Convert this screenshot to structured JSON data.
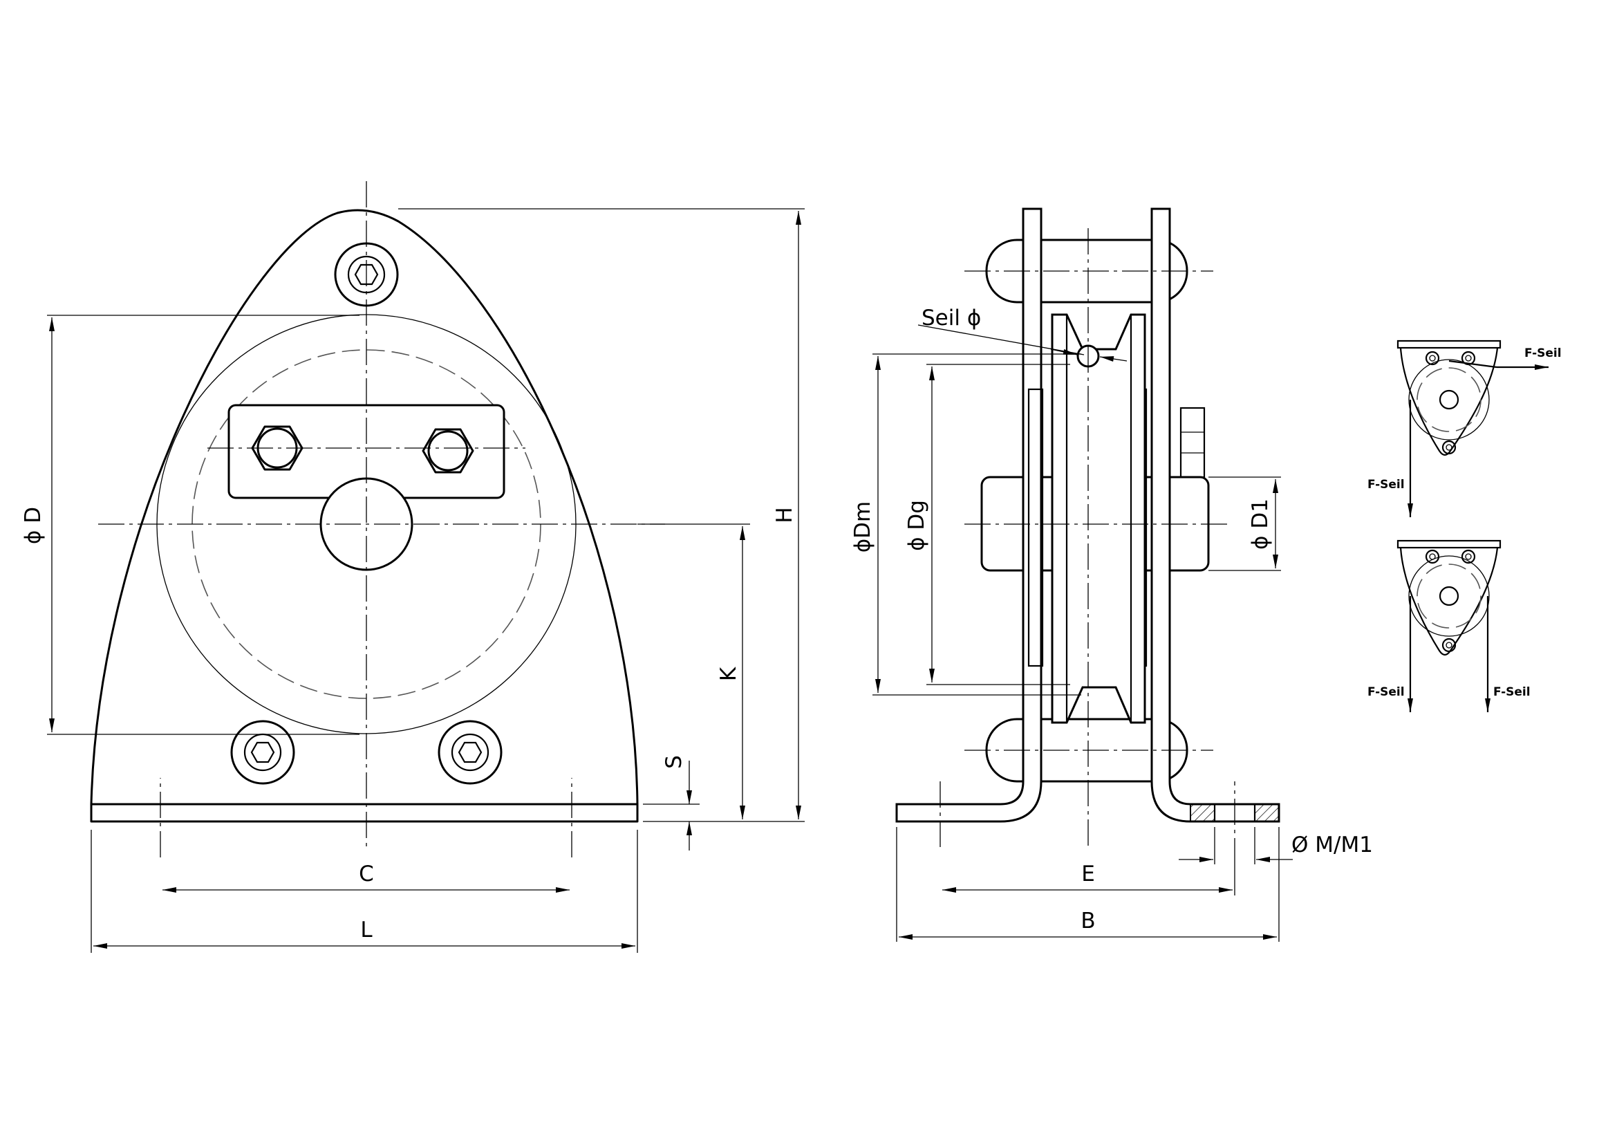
{
  "labels": {
    "dia_D": "ϕ D",
    "H": "H",
    "K": "K",
    "S": "S",
    "C": "C",
    "L": "L",
    "seil": "Seil ϕ",
    "dia_Dm": "ϕDm",
    "dia_Dg": "ϕ Dg",
    "dia_D1": "ϕ D1",
    "M_M1": "Ø M/M1",
    "E": "E",
    "B": "B",
    "f_seil_1": "F-Seil",
    "f_seil_2": "F-Seil",
    "f_seil_3": "F-Seil",
    "f_seil_4": "F-Seil"
  }
}
